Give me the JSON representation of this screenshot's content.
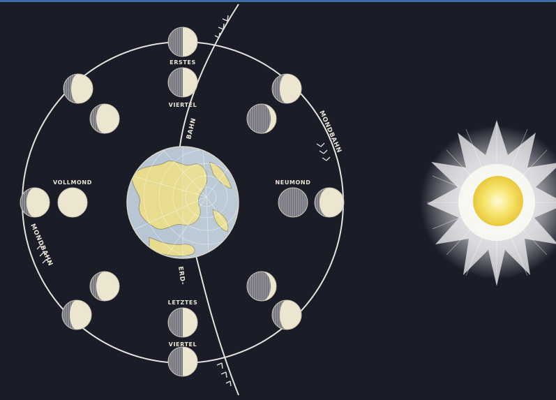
{
  "labels": {
    "erstes": "ERSTES",
    "viertel_top": "VIERTEL",
    "letztes": "LETZTES",
    "viertel_bottom": "VIERTEL",
    "vollmond": "VOLLMOND",
    "neumond": "NEUMOND",
    "mondbahn_right": "MONDBAHN",
    "mondbahn_left": "MONDBAHN",
    "bahn": "BAHN",
    "erd": "ERD-"
  },
  "colors": {
    "background": "#1a1c28",
    "moon_lit": "#ece5cf",
    "moon_dark": "#8d8d95",
    "orbit": "#e6e3dc",
    "sun_core": "#f4df5a",
    "earth_land": "#e8dc8e",
    "earth_sea": "#b7c6d2"
  },
  "icons": {
    "sun": "sun-icon",
    "earth": "earth-globe-icon",
    "moon": "moon-phase-icon"
  }
}
